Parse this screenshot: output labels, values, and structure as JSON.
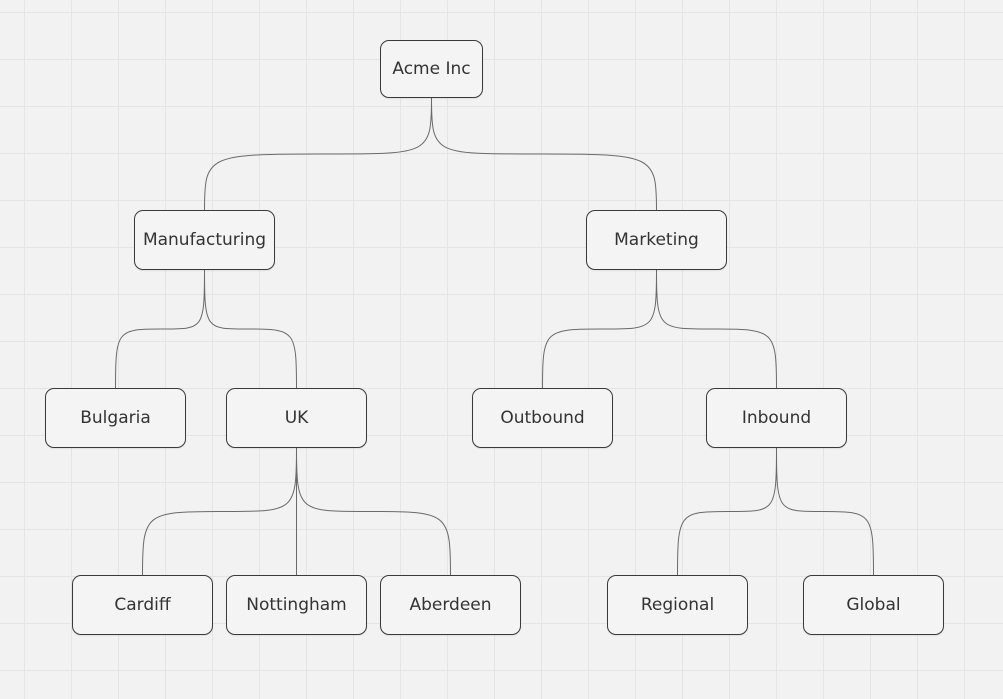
{
  "diagram": {
    "type": "org-chart",
    "nodes": [
      {
        "id": "acme",
        "label": "Acme Inc",
        "parent": null
      },
      {
        "id": "manufacturing",
        "label": "Manufacturing",
        "parent": "acme"
      },
      {
        "id": "marketing",
        "label": "Marketing",
        "parent": "acme"
      },
      {
        "id": "bulgaria",
        "label": "Bulgaria",
        "parent": "manufacturing"
      },
      {
        "id": "uk",
        "label": "UK",
        "parent": "manufacturing"
      },
      {
        "id": "outbound",
        "label": "Outbound",
        "parent": "marketing"
      },
      {
        "id": "inbound",
        "label": "Inbound",
        "parent": "marketing"
      },
      {
        "id": "cardiff",
        "label": "Cardiff",
        "parent": "uk"
      },
      {
        "id": "nottingham",
        "label": "Nottingham",
        "parent": "uk"
      },
      {
        "id": "aberdeen",
        "label": "Aberdeen",
        "parent": "uk"
      },
      {
        "id": "regional",
        "label": "Regional",
        "parent": "inbound"
      },
      {
        "id": "global",
        "label": "Global",
        "parent": "inbound"
      }
    ]
  }
}
